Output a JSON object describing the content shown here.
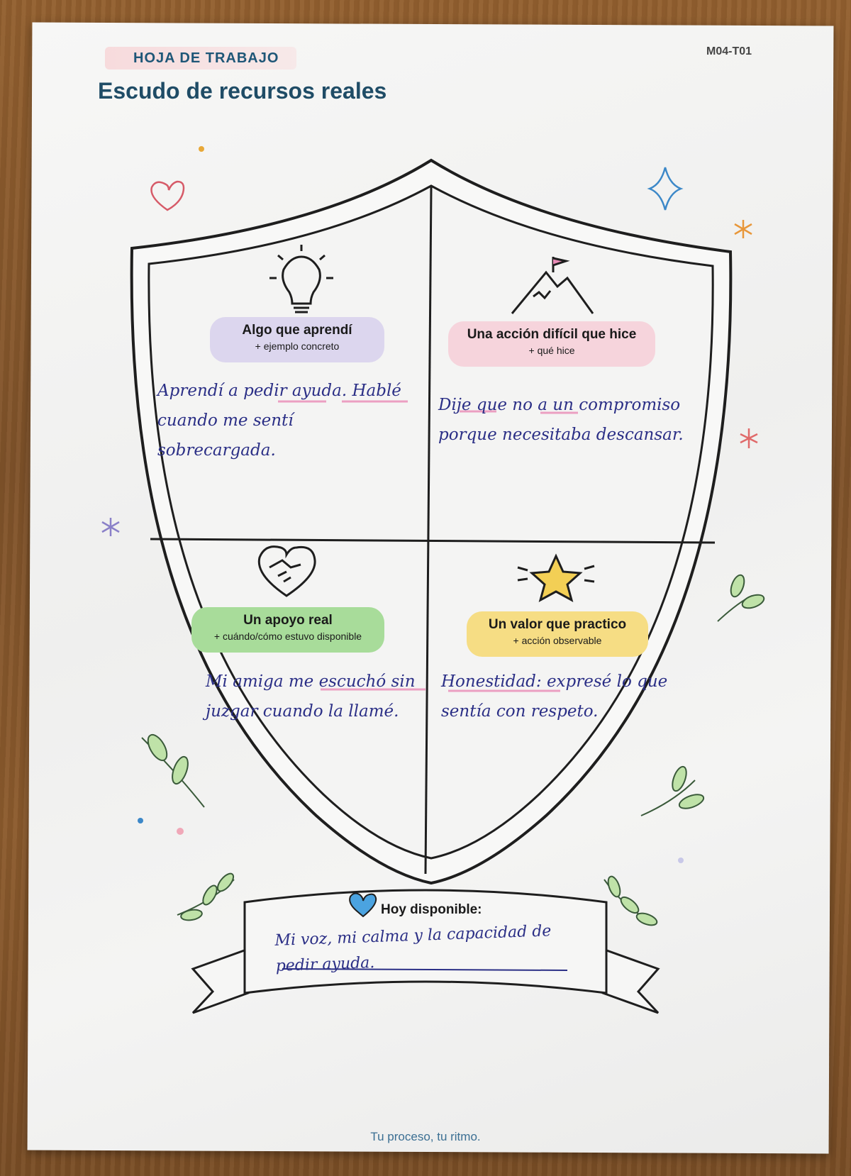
{
  "header": {
    "tag": "HOJA DE TRABAJO",
    "code": "M04-T01",
    "title": "Escudo de recursos reales"
  },
  "quadrants": [
    {
      "icon": "lightbulb-icon",
      "title": "Algo que aprendí",
      "subtitle": "+ ejemplo concreto",
      "color": "#dcd6ee",
      "answer": "Aprendí a pedir ayuda. Hablé cuando me sentí sobrecargada."
    },
    {
      "icon": "mountain-flag-icon",
      "title": "Una acción difícil que hice",
      "subtitle": "+ qué hice",
      "color": "#f6d4dc",
      "answer": "Dije que no a un compromiso porque necesitaba descansar."
    },
    {
      "icon": "heart-handshake-icon",
      "title": "Un apoyo real",
      "subtitle": "+ cuándo/cómo estuvo disponible",
      "color": "#a8dc9a",
      "answer": "Mi amiga me escuchó sin juzgar cuando la llamé."
    },
    {
      "icon": "star-icon",
      "title": "Un valor que practico",
      "subtitle": "+ acción observable",
      "color": "#f6dd84",
      "answer": "Honestidad: expresé lo que sentía con respeto."
    }
  ],
  "banner": {
    "icon": "heart-icon",
    "label": "Hoy disponible:",
    "answer": "Mi voz, mi calma y la capacidad de pedir ayuda."
  },
  "footer": "Tu proceso, tu ritmo.",
  "colors": {
    "ink": "#2b2f86",
    "title": "#1f4c66",
    "highlight": "#e98bb6"
  }
}
